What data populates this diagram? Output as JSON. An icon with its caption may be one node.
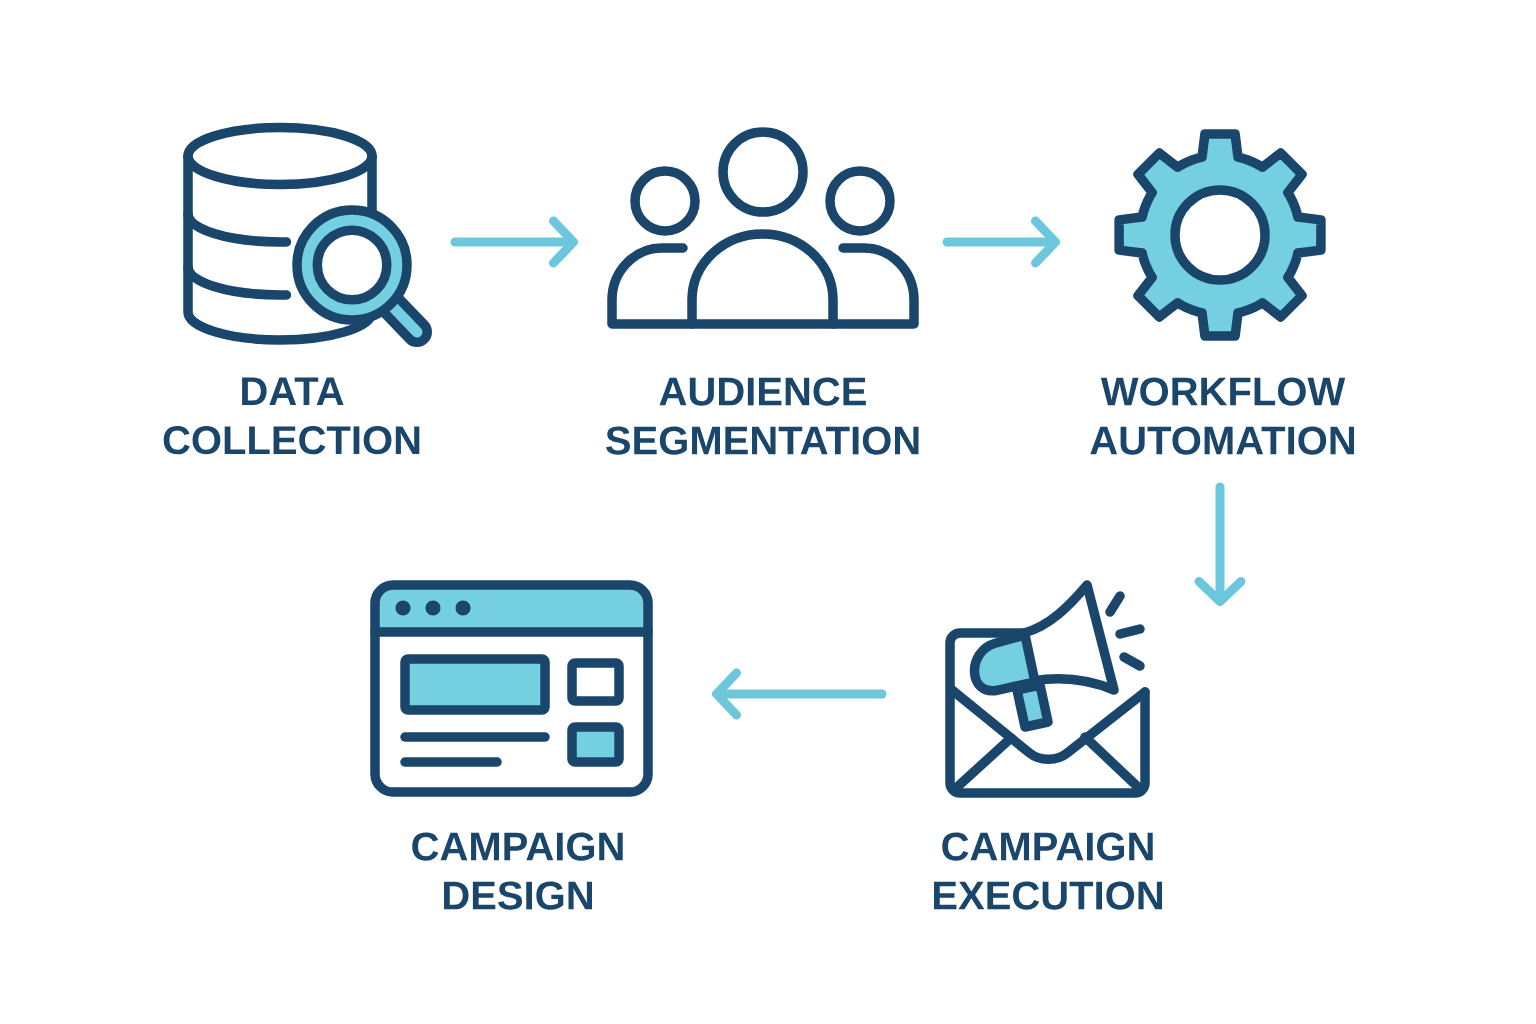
{
  "diagram": {
    "nodes": [
      {
        "text": [
          "DATA COLLECTION"
        ]
      },
      {
        "text": [
          "AUDIENCE SEGMENTATION"
        ]
      },
      {
        "text": [
          "WORKFLOW AUTOMATION"
        ]
      },
      {
        "text": [
          "CAMPAIGN DESIGN"
        ]
      },
      {
        "text": [
          "CAMPAIGN EXECUTION"
        ]
      }
    ],
    "edges": [
      {
        "from": 0,
        "to": 1,
        "arrow": "to"
      },
      {
        "from": 1,
        "to": 2,
        "arrow": "to"
      },
      {
        "from": 2,
        "to": 4,
        "arrow": "to"
      },
      {
        "from": 4,
        "to": 3,
        "arrow": "to"
      }
    ]
  }
}
